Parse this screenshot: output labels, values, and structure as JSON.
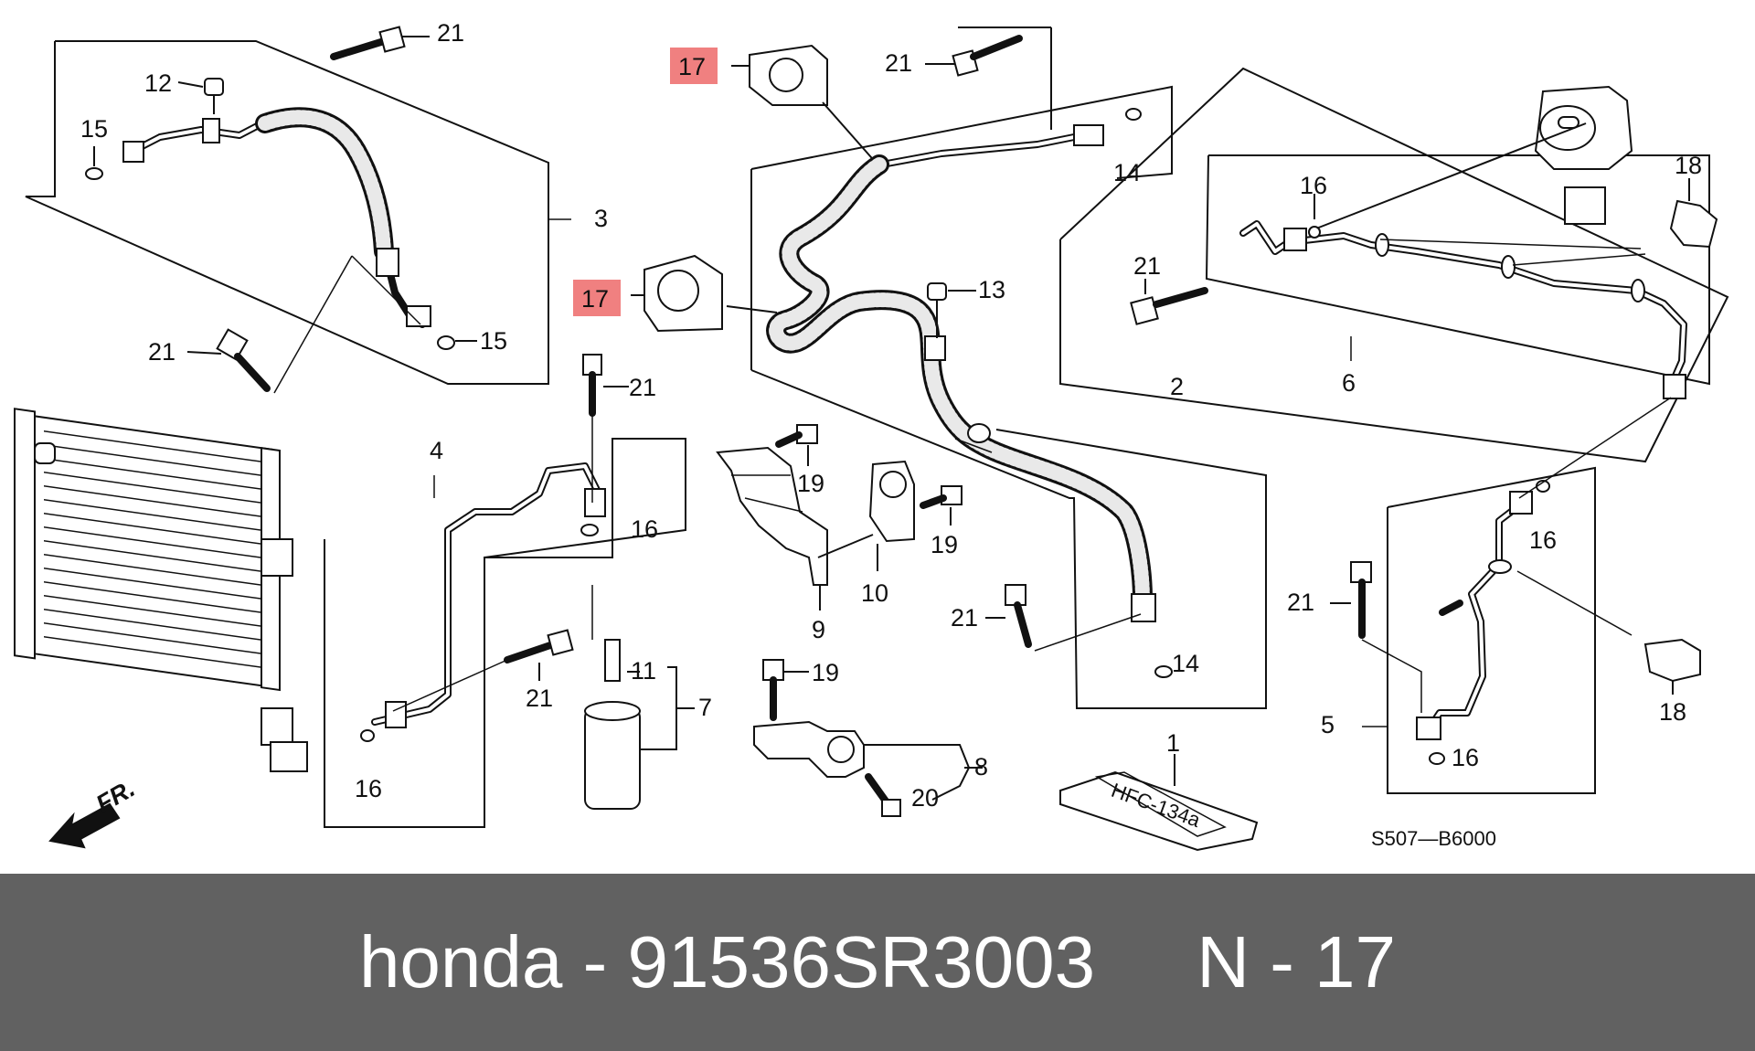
{
  "caption": {
    "text": "honda - 91536SR3003     N - 17",
    "bar_color": "#616161",
    "text_color": "#ffffff"
  },
  "diagram": {
    "code": "S507—B6000",
    "front_marker": "FR.",
    "sticker_text": "HFC-134a",
    "highlight_color": "#f08080",
    "labels": {
      "l21a": "21",
      "l12": "12",
      "l15a": "15",
      "l3": "3",
      "l21b": "21",
      "l15b": "15",
      "l17a": "17",
      "l21c": "21",
      "l14a": "14",
      "l17b": "17",
      "l13": "13",
      "l16a": "16",
      "l18a": "18",
      "l21d": "21",
      "l6": "6",
      "l2": "2",
      "l21e": "21",
      "l4": "4",
      "l16b": "16",
      "l19a": "19",
      "l19b": "19",
      "l10": "10",
      "l9": "9",
      "l21f": "21",
      "l14b": "14",
      "l21g": "21",
      "l11": "11",
      "l7": "7",
      "l16c": "16",
      "l19c": "19",
      "l8": "8",
      "l20": "20",
      "l1": "1",
      "l21h": "21",
      "l16d": "16",
      "l5": "5",
      "l16e": "16",
      "l18b": "18"
    }
  }
}
